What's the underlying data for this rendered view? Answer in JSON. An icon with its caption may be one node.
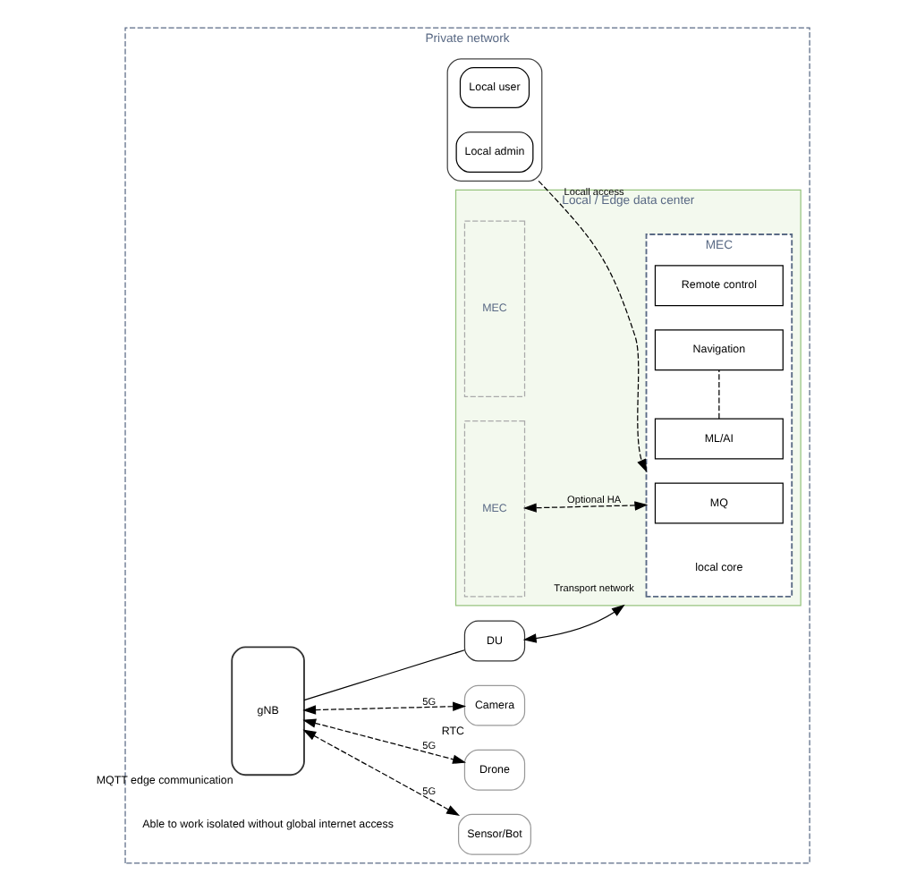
{
  "diagram": {
    "nodes": [
      {
        "text": [
          "Private network"
        ]
      },
      {
        "text": [
          "Sensor/Bot"
        ],
        "in": 0
      },
      {
        "text": [
          "Drone"
        ],
        "in": 0
      },
      {
        "text": [
          "Camera"
        ],
        "beside": [
          "RTC"
        ],
        "in": 0
      },
      {
        "text": [
          "gNB"
        ],
        "beside": [
          "MQTT edge communication"
        ],
        "in": 0
      },
      {
        "text": [
          "DU"
        ],
        "in": 0
      },
      {
        "text": [
          "Local / Edge data center"
        ],
        "in": 0
      },
      {
        "text": [
          "MEC"
        ],
        "in": 6
      },
      {
        "text": [
          "MEC"
        ],
        "in": 6
      },
      {
        "text": [
          "MEC"
        ],
        "in": 6
      },
      {
        "text": [
          "Remote control"
        ],
        "in": 9
      },
      {
        "text": [
          "ML/AI"
        ],
        "in": 9
      },
      {
        "text": [
          "Navigation"
        ],
        "in": 9
      },
      {
        "text": [
          "MQ"
        ],
        "in": 9
      },
      {
        "text": [],
        "shape": "cloud",
        "in": 0
      },
      {
        "text": [
          "Local user"
        ],
        "in": 14
      },
      {
        "text": [
          "Local admin"
        ],
        "in": 14
      }
    ],
    "edges": [
      {
        "from": 4,
        "to": 1,
        "arrow": "both",
        "style": "dashed",
        "label": "5G"
      },
      {
        "from": 4,
        "to": 2,
        "arrow": "both",
        "style": "dashed",
        "label": "5G"
      },
      {
        "from": 4,
        "to": 3,
        "arrow": "both",
        "style": "dashed",
        "label": "5G"
      },
      {
        "from": 4,
        "to": 5,
        "arrow": "none"
      },
      {
        "from": 5,
        "to": 6,
        "arrow": "both",
        "label": "Transport network"
      },
      {
        "from": 11,
        "to": 12,
        "arrow": "none",
        "style": "dashed"
      },
      {
        "from": 8,
        "to": 9,
        "arrow": "both",
        "style": "dashed",
        "label": "Optional HA"
      },
      {
        "from": 14,
        "to": 9,
        "arrow": "to",
        "style": "dashed",
        "label": "Locall access"
      }
    ],
    "labels": [
      "Able to work isolated without global internet access",
      "local core"
    ]
  }
}
